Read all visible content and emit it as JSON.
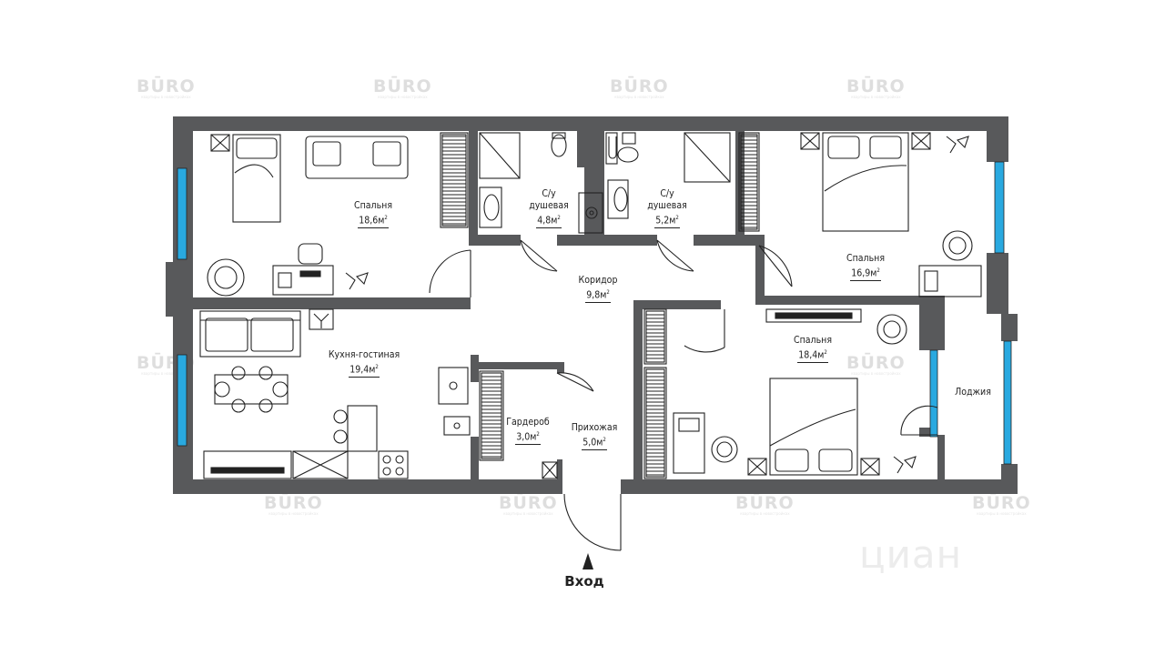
{
  "watermark": {
    "brand": "BŪRO",
    "tagline": "квартиры в новостройках"
  },
  "corner_watermark": "циан",
  "entrance_label": "Вход",
  "rooms": [
    {
      "name": "Спальня",
      "area": "18,6м"
    },
    {
      "name": "С/у\nдушевая",
      "area": "4,8м"
    },
    {
      "name": "С/у\nдушевая",
      "area": "5,2м"
    },
    {
      "name": "Спальня",
      "area": "16,9м"
    },
    {
      "name": "Коридор",
      "area": "9,8м"
    },
    {
      "name": "Кухня-гостиная",
      "area": "19,4м"
    },
    {
      "name": "Спальня",
      "area": "18,4м"
    },
    {
      "name": "Гардероб",
      "area": "3,0м"
    },
    {
      "name": "Прихожая",
      "area": "5,0м"
    },
    {
      "name": "Лоджия",
      "area": ""
    }
  ],
  "colors": {
    "wall": "#58595b",
    "window": "#29a9e0",
    "line": "#222222"
  }
}
